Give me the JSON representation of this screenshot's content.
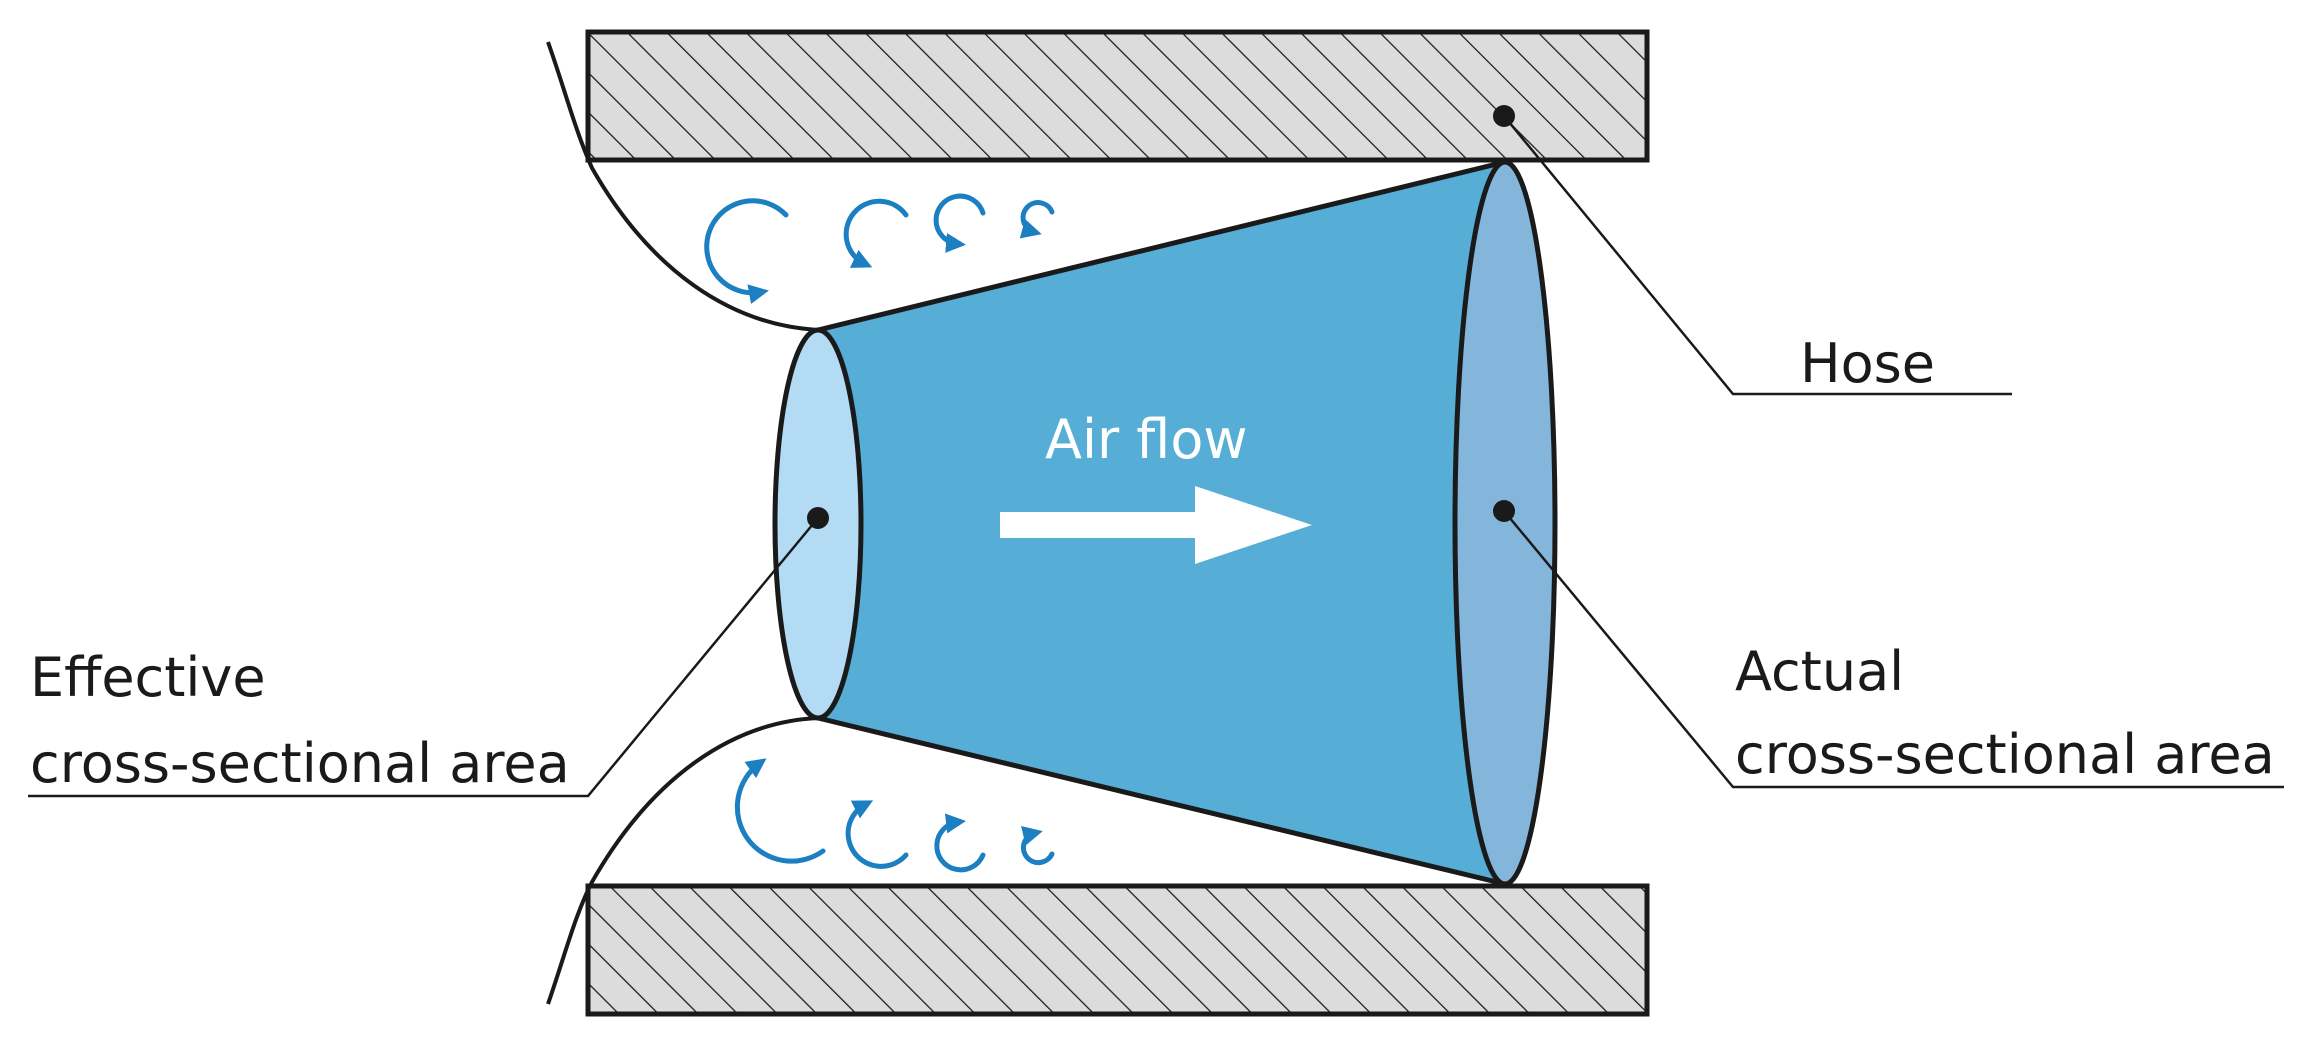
{
  "labels": {
    "hose": "Hose",
    "air_flow": "Air flow",
    "effective_line1": "Effective",
    "effective_line2": "cross-sectional area",
    "actual_line1": "Actual",
    "actual_line2": "cross-sectional area"
  },
  "colors": {
    "flow_fill": "#56add6",
    "inlet_ellipse": "#b3dcf4",
    "outlet_ellipse": "#84b5db",
    "eddy": "#1b7fc1",
    "hose_fill": "#dcdcdc",
    "outline": "#1a1a1a"
  }
}
